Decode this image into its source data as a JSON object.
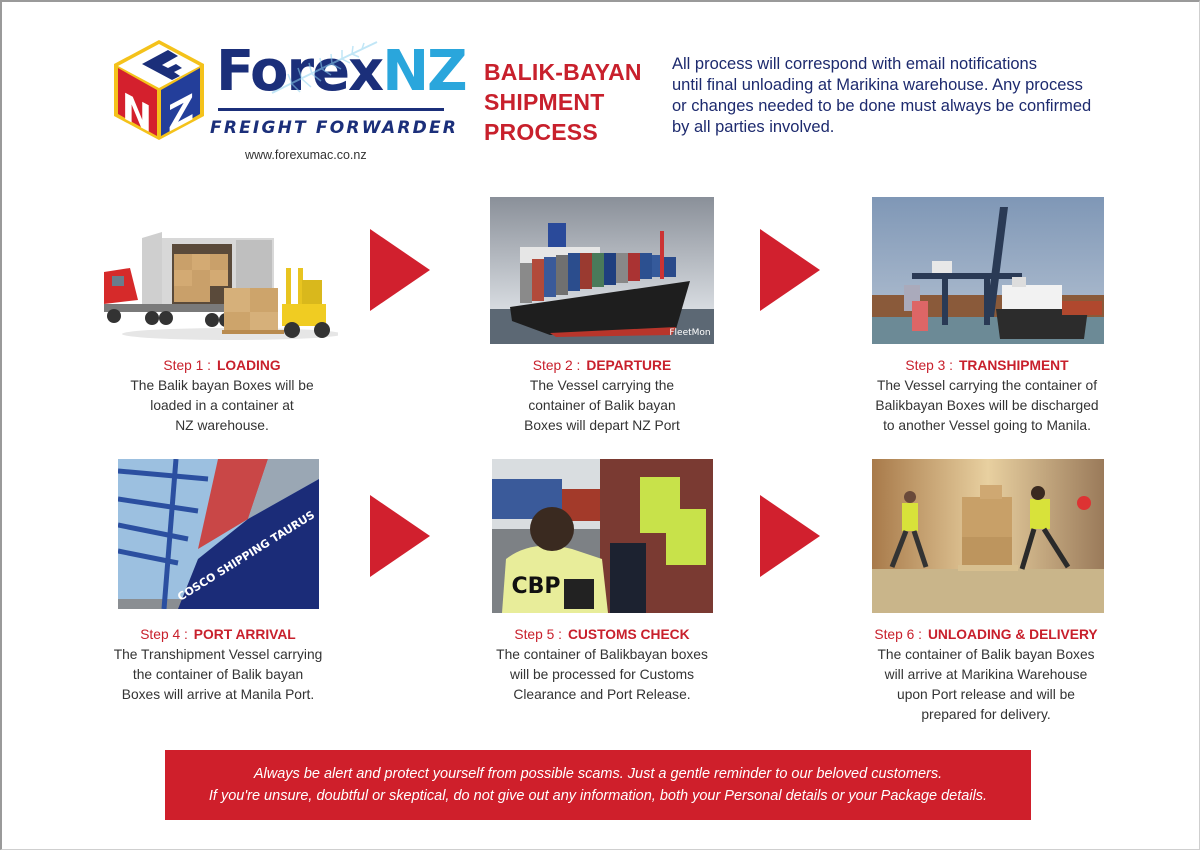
{
  "logo": {
    "cube_letters": [
      "F",
      "N",
      "Z"
    ],
    "brand_part1": "Forex",
    "brand_part2": "NZ",
    "tagline": "FREIGHT FORWARDER",
    "website": "www.forexumac.co.nz"
  },
  "header": {
    "title_lines": [
      "BALIK-BAYAN",
      "SHIPMENT",
      "PROCESS"
    ],
    "intro_lines": [
      "All process will correspond with email notifications",
      "until final unloading at Marikina warehouse.  Any process",
      "or changes needed to be done must always be confirmed",
      "by all parties involved."
    ]
  },
  "steps": [
    {
      "number_label": "Step 1 :",
      "name": "LOADING",
      "image": "truck-and-forklift-loading-boxes",
      "lines": [
        "The Balik bayan Boxes will be",
        "loaded in a container at",
        "NZ warehouse."
      ]
    },
    {
      "number_label": "Step 2 :",
      "name": "DEPARTURE",
      "image": "container-ship-at-sea",
      "image_watermark": "FleetMon",
      "lines": [
        "The Vessel carrying the",
        "container of Balik bayan",
        "Boxes will depart NZ Port"
      ]
    },
    {
      "number_label": "Step 3 :",
      "name": "TRANSHIPMENT",
      "image": "port-crane-and-ship",
      "lines": [
        "The Vessel carrying the  container of",
        "Balikbayan Boxes  will be discharged",
        "to another Vessel going to Manila."
      ]
    },
    {
      "number_label": "Step 4 :",
      "name": "PORT ARRIVAL",
      "image": "ship-hull-at-port",
      "image_text": "COSCO SHIPPING TAURUS",
      "lines": [
        "The Transhipment Vessel carrying",
        "the container of  Balik bayan",
        "Boxes will arrive at Manila Port."
      ]
    },
    {
      "number_label": "Step 5 :",
      "name": "CUSTOMS CHECK",
      "image": "customs-officers-inspecting-container",
      "image_text": "CBP",
      "lines": [
        "The container of Balikbayan boxes",
        "will be processed for Customs",
        "Clearance and Port Release."
      ]
    },
    {
      "number_label": "Step 6 :",
      "name": "UNLOADING & DELIVERY",
      "image": "warehouse-workers-moving-pallet",
      "lines": [
        "The container of Balik bayan Boxes",
        "will arrive at Marikina Warehouse",
        "upon Port release and will be",
        "prepared for delivery."
      ]
    }
  ],
  "banner": {
    "lines": [
      "Always be alert and protect yourself from possible scams. Just a gentle reminder to our beloved customers.",
      "If you're unsure, doubtful or skeptical, do not give out any information, both your Personal details or your Package details."
    ]
  },
  "colors": {
    "accent_red": "#c8202c",
    "arrow_red": "#d1202e",
    "banner_red": "#cf1f2b",
    "brand_navy": "#1b2f7a",
    "brand_cyan": "#2aa6dc",
    "body_text": "#333333"
  }
}
